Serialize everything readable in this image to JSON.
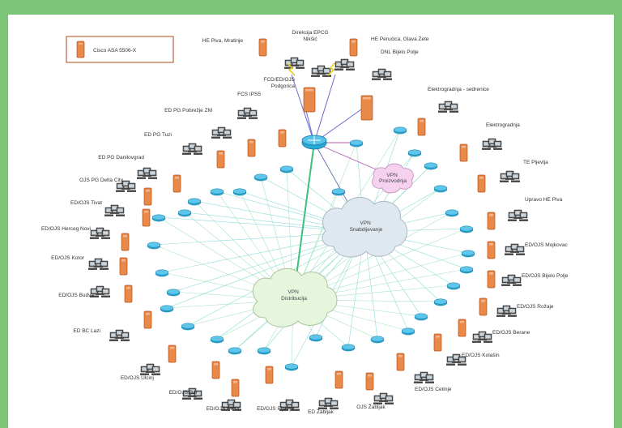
{
  "legend": {
    "label": "Cisco ASA 5506-X"
  },
  "colors": {
    "frame": "#7cc576",
    "firewall": "#e8894a",
    "firewall_dark": "#b0541f",
    "link": "#7fd7d7",
    "router": "#2aa8d6",
    "cloud": "#dfe8ef",
    "cloud_vpn_dist": "#e6f6dd",
    "vpn_pink": "#f6d2f0"
  },
  "nodes": [
    {
      "key": "he_piva",
      "label": "HE Piva, Mratinje"
    },
    {
      "key": "direkcija",
      "label": "Direkcija EPCG Nikšić"
    },
    {
      "key": "he_perucica",
      "label": "HE Perućica, Glava Zete"
    },
    {
      "key": "dnl",
      "label": "DNL Bijelo Polje"
    },
    {
      "key": "fcd",
      "label": "FCD/ED/OJS Podgorica"
    },
    {
      "key": "fcs",
      "label": "FCS IPS5"
    },
    {
      "key": "ed_pg_pobrezje",
      "label": "ED PG Pobrežje ZM"
    },
    {
      "key": "ed_pg_tuzi",
      "label": "ED PG Tuzi"
    },
    {
      "key": "ed_pg_danilovgrad",
      "label": "ED PG Danilovgrad"
    },
    {
      "key": "ojs_pg_delta",
      "label": "OJS PG Delta City"
    },
    {
      "key": "ed_tivat",
      "label": "ED/OJS Tivat"
    },
    {
      "key": "ed_herceg",
      "label": "ED/OJS Herceg Novi"
    },
    {
      "key": "ed_kotor",
      "label": "ED/OJS Kotor"
    },
    {
      "key": "ed_budva",
      "label": "ED/OJS Budva"
    },
    {
      "key": "ed_bc_lazi",
      "label": "ED BC Lazi"
    },
    {
      "key": "ed_ulcinj",
      "label": "ED/OJS Ulcinj"
    },
    {
      "key": "ed_bar",
      "label": "ED/OJS Bar"
    },
    {
      "key": "ed_niksic",
      "label": "ED/OJS Nikšić"
    },
    {
      "key": "ed_pljevlja",
      "label": "ED/OJS Pljevlja"
    },
    {
      "key": "ed_zabljak",
      "label": "ED Žabljak"
    },
    {
      "key": "ojs_zabljak",
      "label": "OJS Žabljak"
    },
    {
      "key": "ed_cetinje",
      "label": "ED/OJS Cetinje"
    },
    {
      "key": "ed_kolasin",
      "label": "ED/OJS Kolašin"
    },
    {
      "key": "ed_berane",
      "label": "ED/OJS Berane"
    },
    {
      "key": "ed_rozaje",
      "label": "ED/OJS Rožaje"
    },
    {
      "key": "ed_bijelo_polje",
      "label": "ED/OJS Bijelo Polje"
    },
    {
      "key": "ed_mojkovac",
      "label": "ED/OJS Mojkovac"
    },
    {
      "key": "upravo_he_piva",
      "label": "Upravo HE Piva"
    },
    {
      "key": "te_pljevlja",
      "label": "TE Pljevlja"
    },
    {
      "key": "elektrogradnja",
      "label": "Elektrogradnja"
    },
    {
      "key": "elektrogradnja_sm",
      "label": "Elektrogradnja - sedrenice"
    }
  ],
  "clouds": [
    {
      "key": "vpn_sub",
      "label": "VPN Snabdijevanje"
    },
    {
      "key": "vpn_dist",
      "label": "VPN Distribucija"
    },
    {
      "key": "vpn_pros",
      "label": "VPN Proizvodnja"
    }
  ]
}
